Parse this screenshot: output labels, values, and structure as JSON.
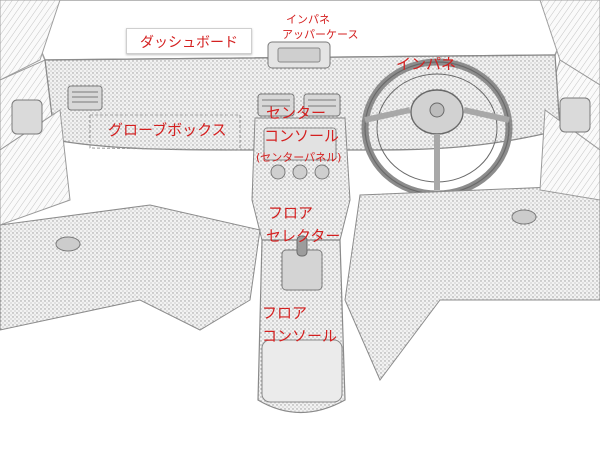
{
  "labels": {
    "dashboard": "ダッシュボード",
    "inpane_upper_line1": "インパネ",
    "inpane_upper_line2": "アッパーケース",
    "inpane": "インパネ",
    "glovebox": "グローブボックス",
    "center_console_line1": "センター",
    "center_console_line2": "コンソール",
    "center_panel_note": "(センターパネル)",
    "floor_selector_line1": "フロア",
    "floor_selector_line2": "セレクター",
    "floor_console_line1": "フロア",
    "floor_console_line2": "コンソール"
  },
  "colors": {
    "label_text": "#d42020",
    "sketch_line": "#8a8a8a",
    "sketch_shade": "#c9c9c9",
    "background": "#ffffff"
  }
}
